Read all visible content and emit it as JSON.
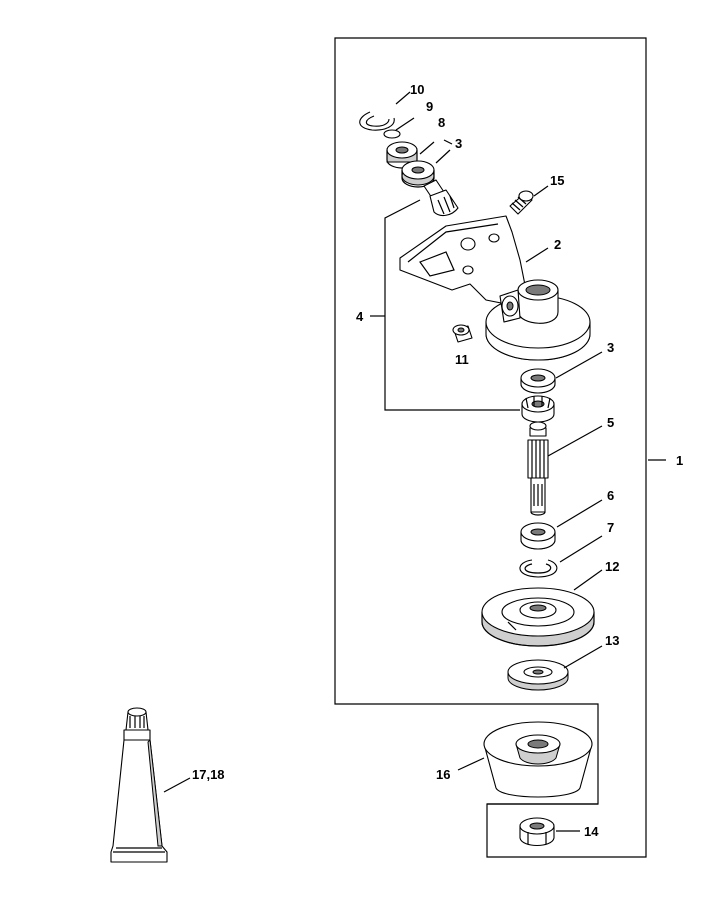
{
  "diagram": {
    "labels": {
      "l1": "1",
      "l2": "2",
      "l3a": "3",
      "l3b": "3",
      "l4": "4",
      "l5": "5",
      "l6": "6",
      "l7": "7",
      "l8": "8",
      "l9": "9",
      "l10": "10",
      "l11": "11",
      "l12": "12",
      "l13": "13",
      "l14": "14",
      "l15": "15",
      "l16": "16",
      "l1718": "17,18"
    }
  }
}
